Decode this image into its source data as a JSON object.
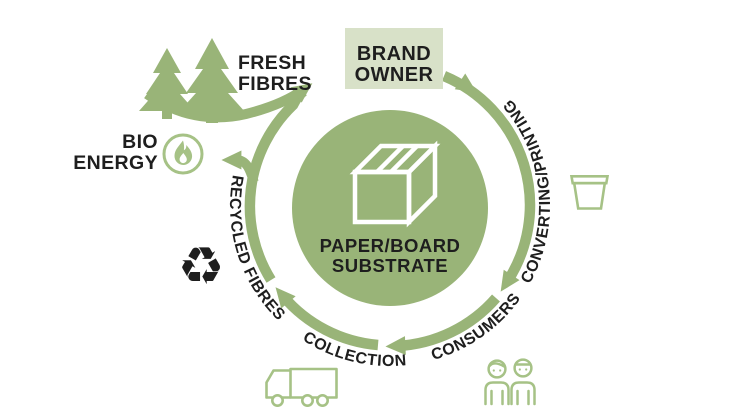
{
  "title": "Paper/board substrate circular economy cycle",
  "colors": {
    "primary_green": "#99b478",
    "light_green_fill": "#d8e1c8",
    "icon_outline_green": "#a6c286",
    "text_black": "#1e1e1e",
    "background": "#ffffff"
  },
  "center": {
    "line1": "PAPER/BOARD",
    "line2": "SUBSTRATE"
  },
  "brand_owner": {
    "line1": "BRAND",
    "line2": "OWNER"
  },
  "fresh_fibres": {
    "line1": "FRESH",
    "line2": "FIBRES"
  },
  "bio_energy": {
    "line1": "BIO",
    "line2": "ENERGY"
  },
  "ring_labels": {
    "converting_printing": "CONVERTING/PRINTING",
    "consumers": "CONSUMERS",
    "collection": "COLLECTION",
    "recycled_fibres": "RECYCLED FIBRES"
  },
  "icons": {
    "recycle_glyph": "♻",
    "pine_trees": "pine-trees-icon",
    "flame": "flame-icon",
    "recycling": "recycling-symbol-icon",
    "cup": "cup-icon",
    "truck": "truck-icon",
    "people": "people-icon",
    "package": "package-box-icon"
  }
}
